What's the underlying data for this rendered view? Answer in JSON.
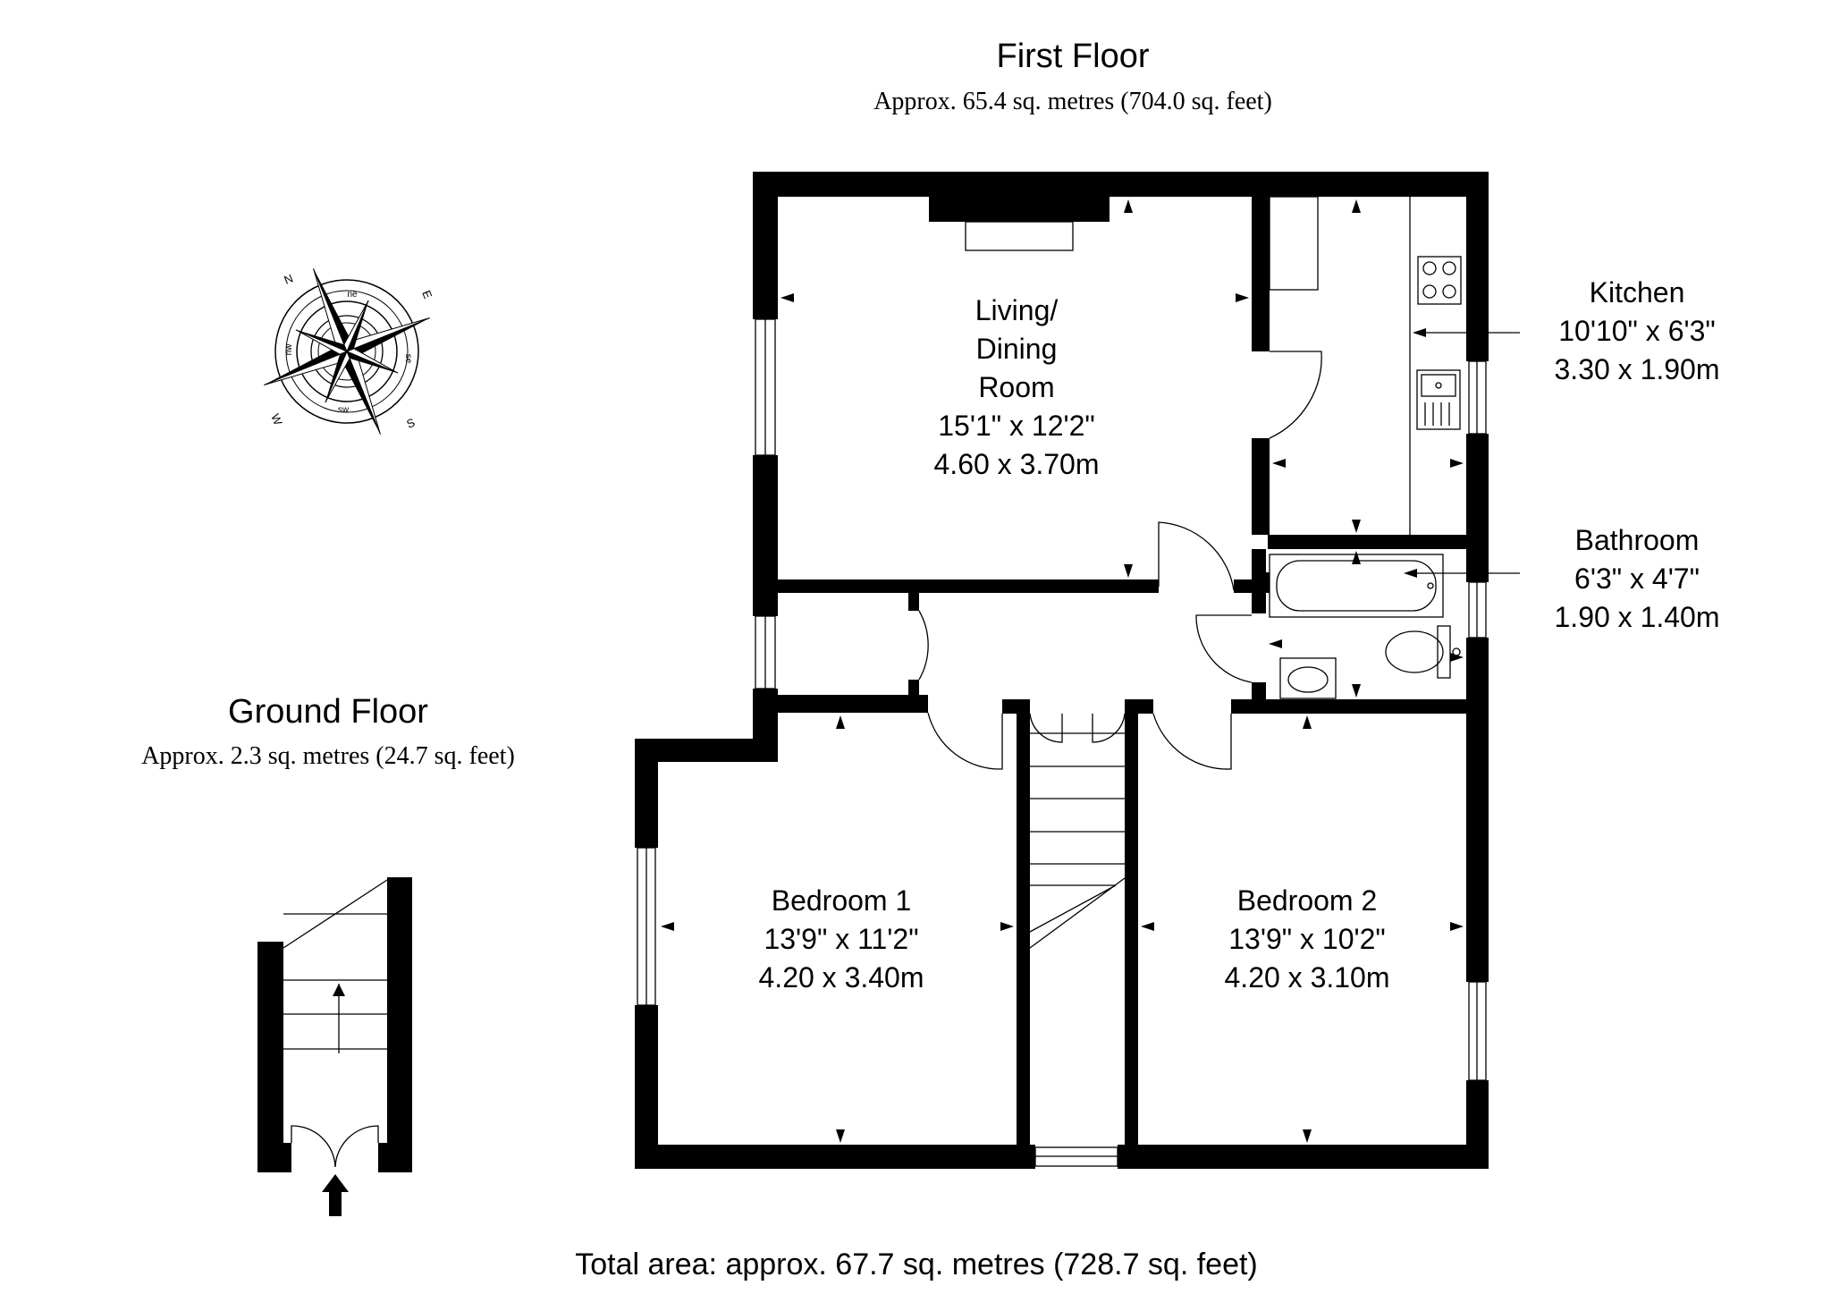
{
  "first_floor": {
    "title": "First Floor",
    "area": "Approx. 65.4 sq. metres (704.0 sq. feet)"
  },
  "ground_floor": {
    "title": "Ground Floor",
    "area": "Approx. 2.3 sq. metres (24.7 sq. feet)"
  },
  "total_area": "Total area: approx. 67.7 sq. metres (728.7 sq. feet)",
  "rooms": {
    "living": {
      "name_1": "Living/",
      "name_2": "Dining",
      "name_3": "Room",
      "imperial": "15'1\" x 12'2\"",
      "metric": "4.60 x 3.70m"
    },
    "kitchen": {
      "name": "Kitchen",
      "imperial": "10'10\" x 6'3\"",
      "metric": "3.30 x 1.90m"
    },
    "bathroom": {
      "name": "Bathroom",
      "imperial": "6'3\" x 4'7\"",
      "metric": "1.90 x 1.40m"
    },
    "bedroom1": {
      "name": "Bedroom 1",
      "imperial": "13'9\" x 11'2\"",
      "metric": "4.20 x 3.40m"
    },
    "bedroom2": {
      "name": "Bedroom 2",
      "imperial": "13'9\" x 10'2\"",
      "metric": "4.20 x 3.10m"
    }
  },
  "compass": {
    "N": "N",
    "E": "E",
    "S": "S",
    "W": "W",
    "ne": "ne",
    "se": "se",
    "sw": "sw",
    "nw": "nw",
    "icon": "compass-rose-icon"
  },
  "colors": {
    "ink": "#000000",
    "paper": "#ffffff"
  }
}
